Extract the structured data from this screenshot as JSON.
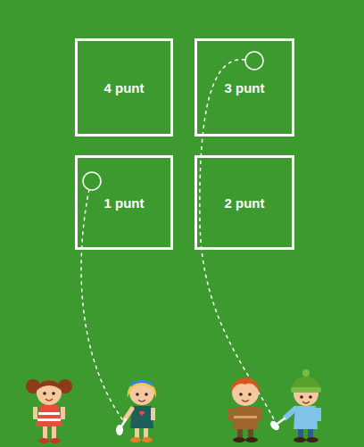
{
  "diagram": {
    "nodes": [
      {
        "text": [
          "4 punt"
        ]
      },
      {
        "text": [
          "3 punt"
        ]
      },
      {
        "text": [
          "1 punt"
        ]
      },
      {
        "text": [
          "2 punt"
        ]
      }
    ]
  }
}
